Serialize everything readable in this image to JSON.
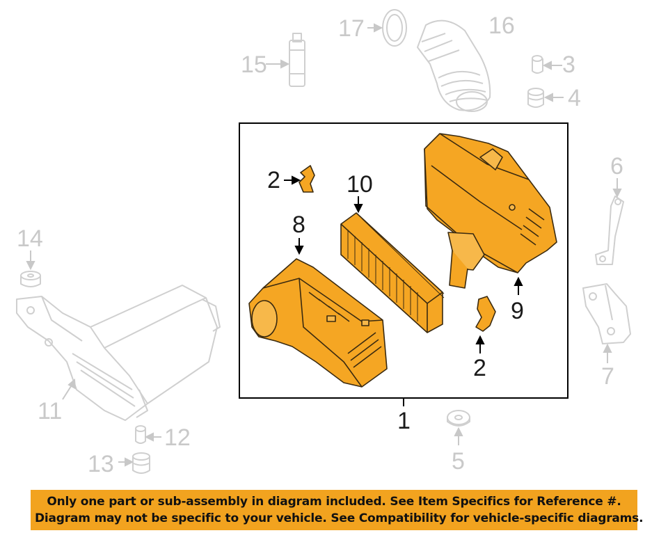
{
  "callouts": {
    "c1": "1",
    "c2a": "2",
    "c2b": "2",
    "c3": "3",
    "c4": "4",
    "c5": "5",
    "c6": "6",
    "c7": "7",
    "c8": "8",
    "c9": "9",
    "c10": "10",
    "c11": "11",
    "c12": "12",
    "c13": "13",
    "c14": "14",
    "c15": "15",
    "c16": "16",
    "c17": "17"
  },
  "colors": {
    "highlight": "#f2a31f",
    "part_fill": "#f5a623",
    "ghost": "#d0d0d0",
    "line": "#000000"
  },
  "footer": {
    "line1": "Only one part or sub-assembly in diagram included. See Item Specifics for Reference #.",
    "line2": "Diagram may not be specific to your vehicle. See Compatibility for vehicle-specific diagrams."
  }
}
